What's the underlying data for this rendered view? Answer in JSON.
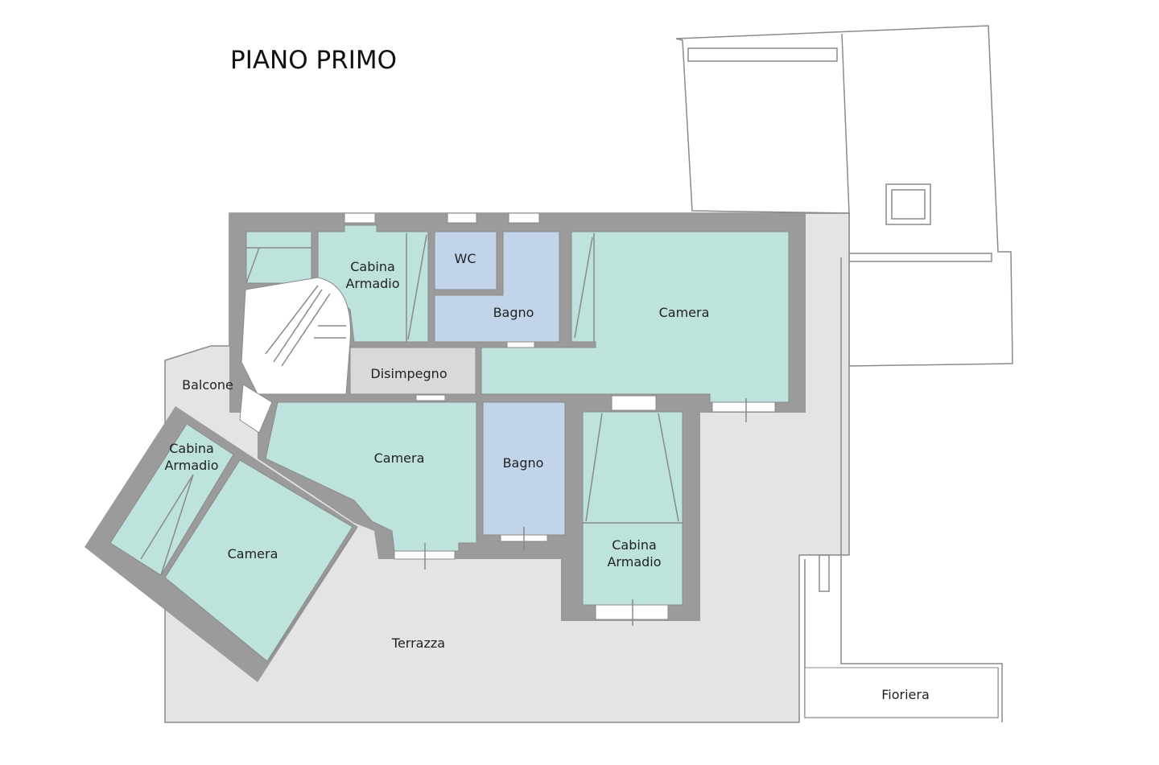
{
  "title": "PIANO PRIMO",
  "rooms": {
    "cabina_top": [
      "Cabina",
      "Armadio"
    ],
    "wc": "WC",
    "bagno_top": "Bagno",
    "camera_top": "Camera",
    "disimpegno": "Disimpegno",
    "balcone": "Balcone",
    "cabina_left": [
      "Cabina",
      "Armadio"
    ],
    "camera_center": "Camera",
    "bagno_mid": "Bagno",
    "cabina_right": [
      "Cabina",
      "Armadio"
    ],
    "camera_left": "Camera",
    "terrazza": "Terrazza",
    "fioriera": "Fioriera"
  },
  "colors": {
    "wall": "#9b9b9b",
    "bedroom": "#bde3dc",
    "bathroom": "#c2d4ea",
    "hall": "#d9d9d9",
    "terrace": "#e4e4e4"
  }
}
